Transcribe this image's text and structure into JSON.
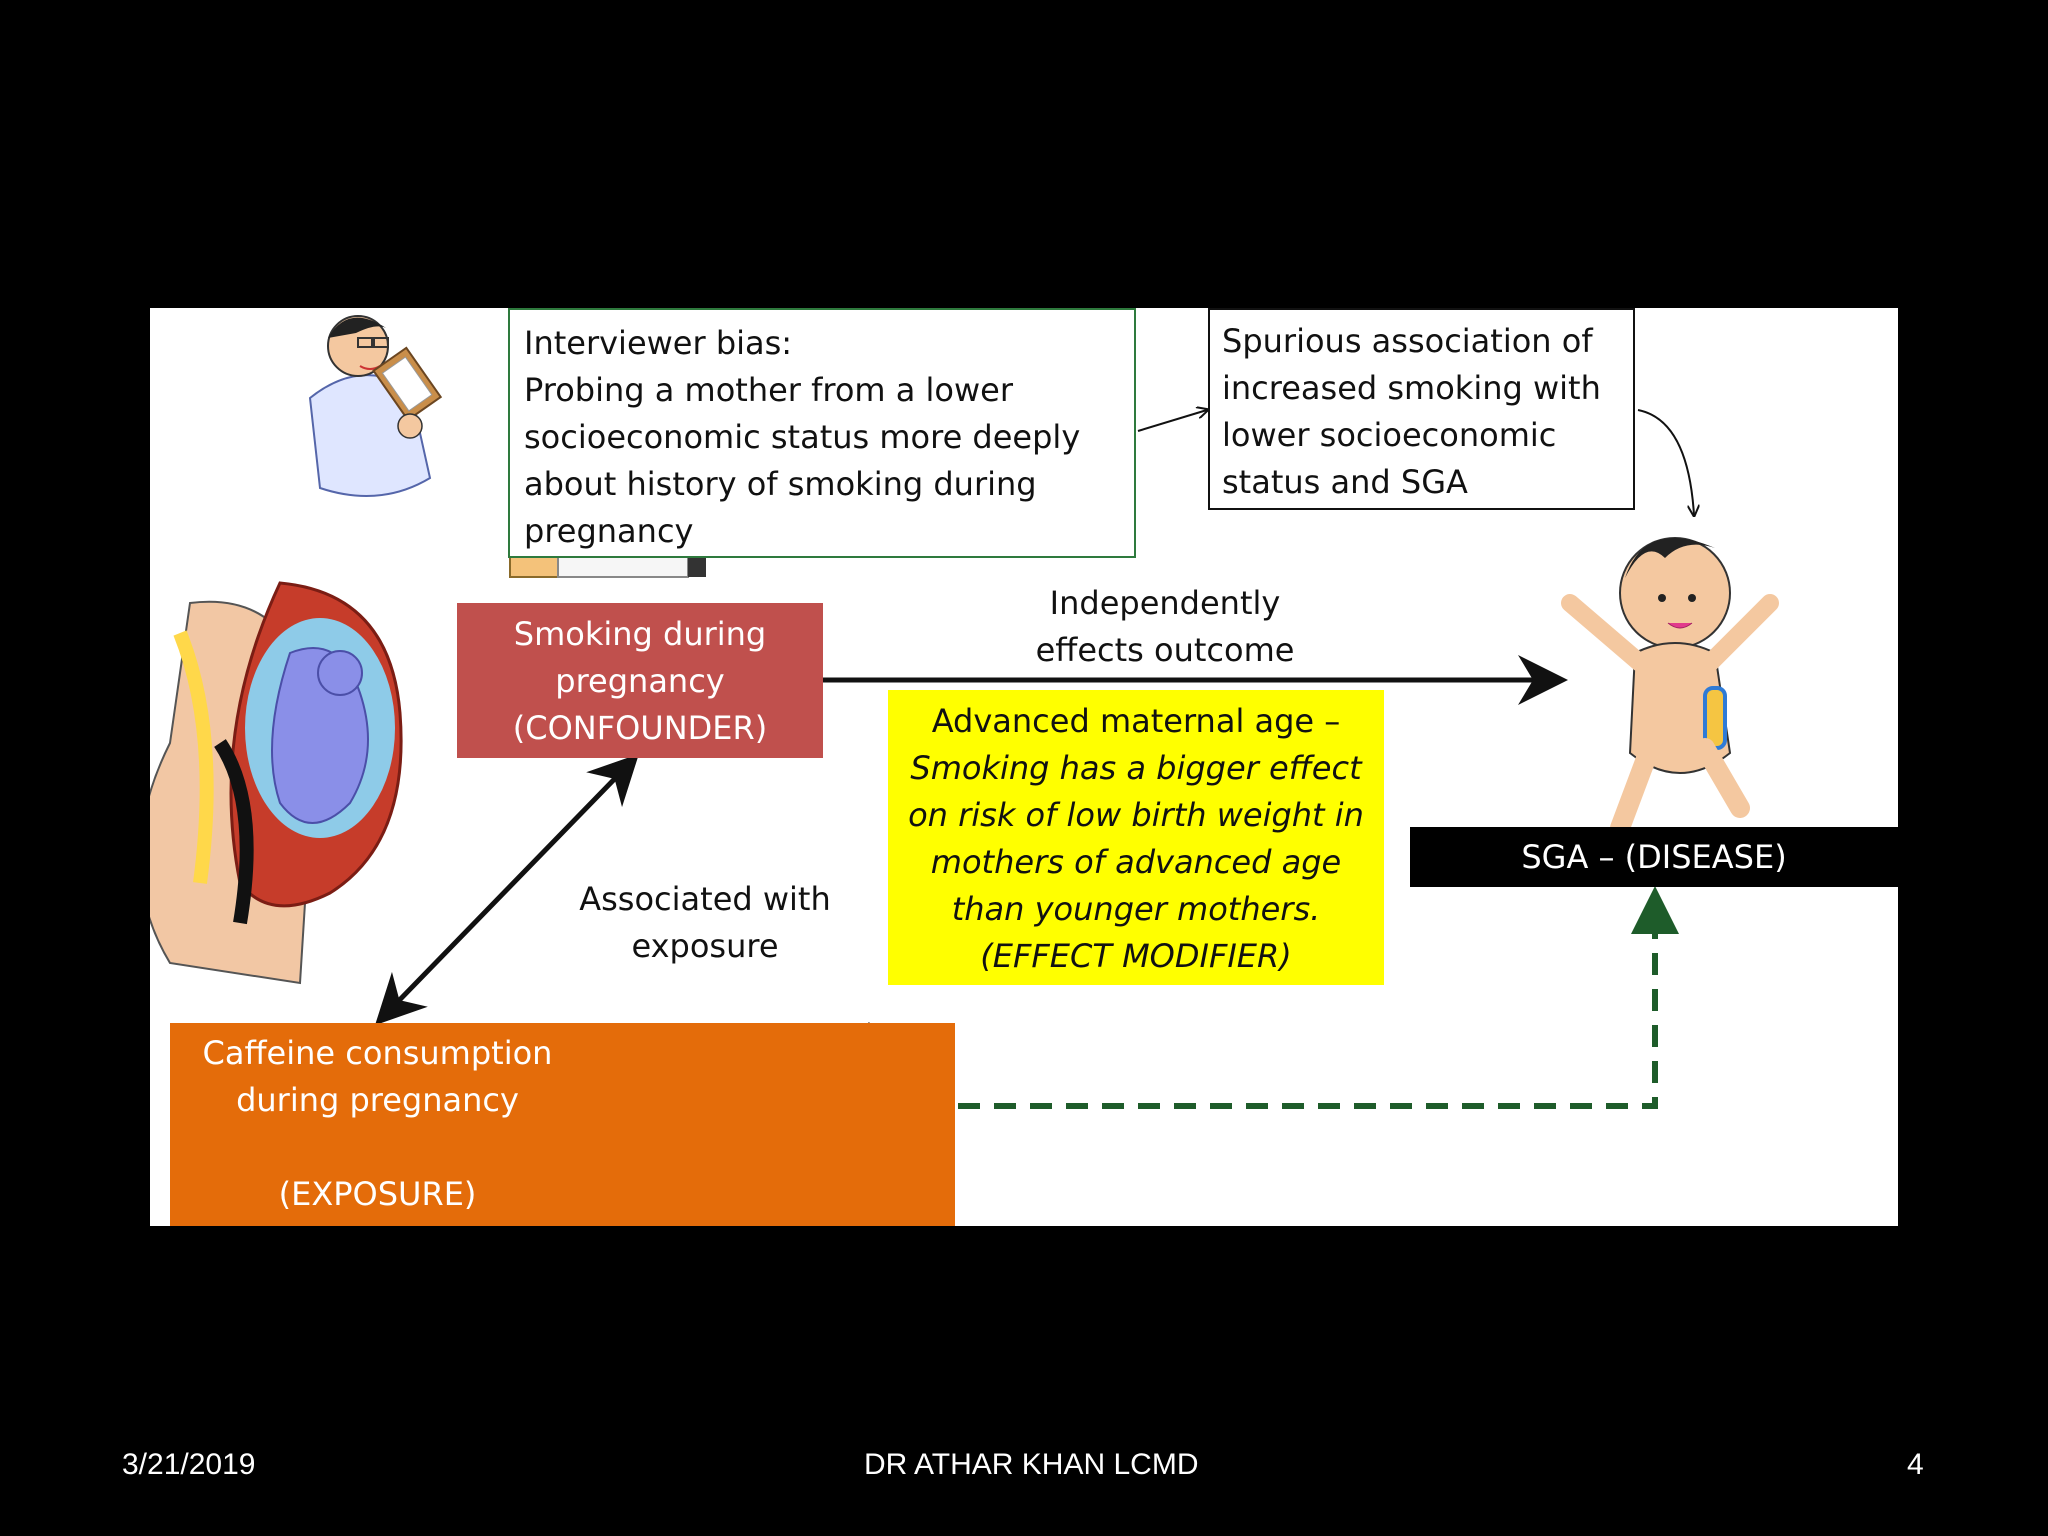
{
  "bias_box": {
    "title": "Interviewer bias:",
    "lines": [
      "Probing a mother from a lower",
      "socioeconomic status more deeply",
      "about history of smoking during",
      "pregnancy"
    ]
  },
  "spurious_box": {
    "lines": [
      "Spurious association of",
      "increased smoking with",
      "lower socioeconomic",
      "status and SGA"
    ]
  },
  "confounder_box": {
    "lines": [
      "Smoking during",
      "pregnancy",
      "(CONFOUNDER)"
    ],
    "color": "#c0504d"
  },
  "independent_label": {
    "lines": [
      "Independently",
      "effects outcome"
    ]
  },
  "modifier_box": {
    "lines": [
      "Advanced maternal age –",
      "Smoking has a bigger effect",
      "on risk of low birth weight in",
      "mothers of advanced age",
      "than younger mothers.",
      "(EFFECT MODIFIER)"
    ],
    "color": "#ffff00"
  },
  "disease_box": {
    "label": "SGA – (DISEASE)"
  },
  "associated_label": {
    "lines": [
      "Associated with",
      "exposure"
    ]
  },
  "exposure_box": {
    "lines": [
      "Caffeine consumption",
      "during pregnancy",
      "",
      "(EXPOSURE)"
    ],
    "color": "#e46c0a"
  },
  "footer": {
    "date": "3/21/2019",
    "author": "DR ATHAR KHAN LCMD",
    "page": "4"
  },
  "icons": [
    "doctor-icon",
    "pregnant-anatomy-icon",
    "cigarette-icon",
    "baby-icon",
    "coffee-cup-icon",
    "soda-can-bottle-icon"
  ]
}
